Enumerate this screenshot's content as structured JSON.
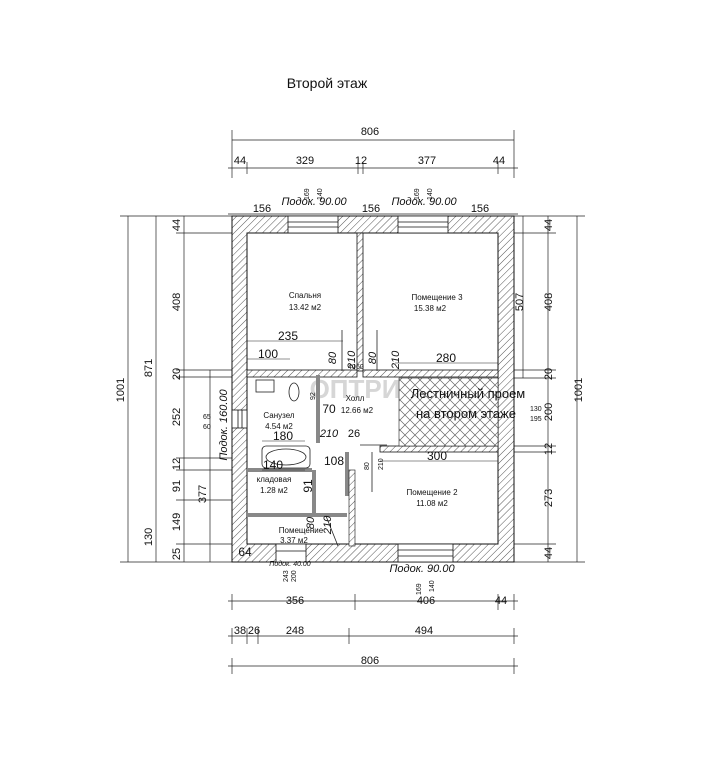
{
  "title": "Второй этаж",
  "watermark": "ОПТРИ",
  "rooms": {
    "bedroom": {
      "name": "Спальня",
      "area": "13.42 м2"
    },
    "room3": {
      "name": "Помещение 3",
      "area": "15.38 м2"
    },
    "hall": {
      "name": "Холл",
      "area": "12.66 м2"
    },
    "bath": {
      "name": "Санузел",
      "area": "4.54 м2"
    },
    "pantry": {
      "name": "кладовая",
      "area": "1.28 м2"
    },
    "room2": {
      "name": "Помещение 2",
      "area": "11.08 м2"
    },
    "room_small": {
      "name": "Помещение",
      "area": "3.37 м2"
    },
    "stair": {
      "line1": "Лестничный проем",
      "line2": "на втором этаже"
    }
  },
  "sills": {
    "top_left": "Подок. 90.00",
    "top_right": "Подок. 90.00",
    "left": "Подок. 160.00",
    "bottom_small": "Подок. 40.00",
    "bottom_right": "Подок. 90.00"
  },
  "dims": {
    "top_total": "806",
    "top_44a": "44",
    "top_329": "329",
    "top_12": "12",
    "top_377": "377",
    "top_44b": "44",
    "top_169a": "169",
    "top_140a": "140",
    "top_169b": "169",
    "top_140b": "140",
    "top_156a": "156",
    "top_156b": "156",
    "top_156c": "156",
    "left_1001": "1001",
    "left_871": "871",
    "left_44": "44",
    "left_408": "408",
    "left_20": "20",
    "left_252": "252",
    "left_12": "12",
    "left_91": "91",
    "left_377": "377",
    "left_130": "130",
    "left_149": "149",
    "left_25": "25",
    "left_65": "65",
    "left_60": "60",
    "right_1001": "1001",
    "right_507": "507",
    "right_44": "44",
    "right_408": "408",
    "right_20": "20",
    "right_200": "200",
    "right_130": "130",
    "right_195": "195",
    "right_12": "12",
    "right_273": "273",
    "right_44b": "44",
    "in_235": "235",
    "in_100": "100",
    "in_80a": "80",
    "in_210a": "210",
    "in_80b": "80",
    "in_210b": "210",
    "in_280": "280",
    "in_70": "70",
    "in_180": "180",
    "in_210c": "210",
    "in_26": "26",
    "in_140": "140",
    "in_108": "108",
    "in_300": "300",
    "in_80c": "80",
    "in_210d": "210",
    "in_91": "91",
    "in_80d": "80",
    "in_210e": "210",
    "in_64": "64",
    "in_40": "40",
    "in_60": "60",
    "in_92": "92",
    "bot_243": "243",
    "bot_200": "200",
    "bot_169": "169",
    "bot_140": "140",
    "bot_356": "356",
    "bot_406": "406",
    "bot_44": "44",
    "bot_38": "38",
    "bot_26": "26",
    "bot_248": "248",
    "bot_494": "494",
    "bot_total": "806"
  }
}
